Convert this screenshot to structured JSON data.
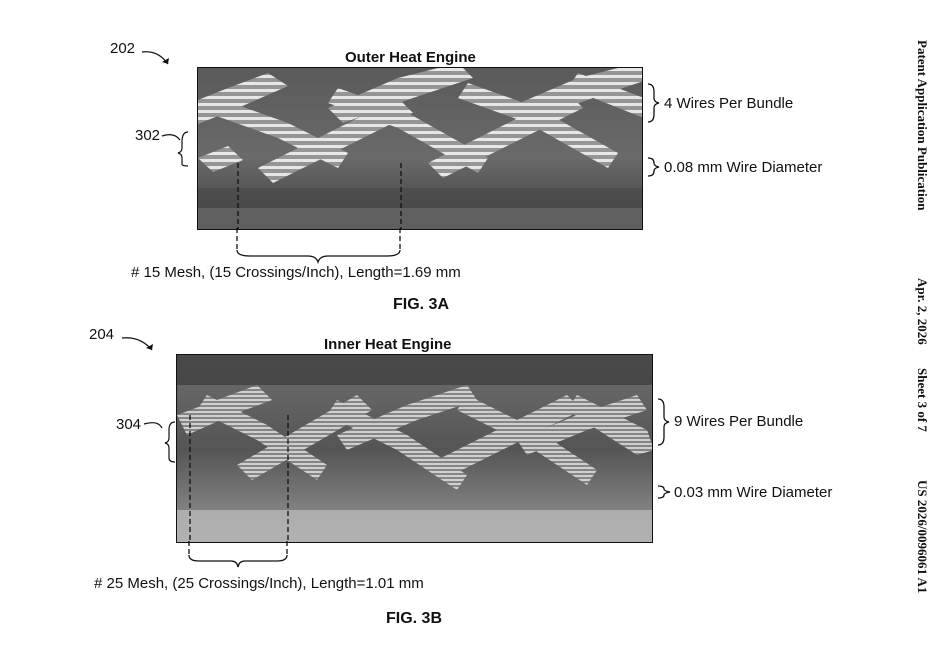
{
  "sidebar": {
    "publication": "Patent Application Publication",
    "date": "Apr. 2, 2026",
    "sheet": "Sheet 3 of 7",
    "number": "US 2026/0096061 A1"
  },
  "fig3a": {
    "ref_main": "202",
    "ref_bundle": "302",
    "title": "Outer Heat Engine",
    "wires_label": "4 Wires Per Bundle",
    "diameter_label": "0.08 mm Wire Diameter",
    "mesh_label": "# 15 Mesh, (15 Crossings/Inch), Length=1.69 mm",
    "caption": "FIG. 3A"
  },
  "fig3b": {
    "ref_main": "204",
    "ref_bundle": "304",
    "title": "Inner Heat Engine",
    "wires_label": "9 Wires Per Bundle",
    "diameter_label": "0.03 mm Wire Diameter",
    "mesh_label": "# 25 Mesh, (25 Crossings/Inch), Length=1.01 mm",
    "caption": "FIG. 3B"
  }
}
